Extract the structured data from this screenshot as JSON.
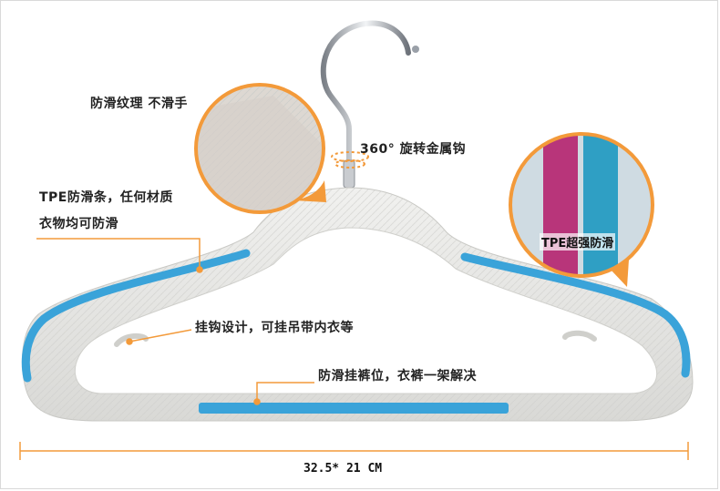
{
  "labels": {
    "grip_texture": "防滑纹理 不滑手",
    "rotating_hook": "360° 旋转金属钩",
    "tpe_strip_line1": "TPE防滑条，任何材质",
    "tpe_strip_line2": "衣物均可防滑",
    "tpe_inset": "TPE超强防滑",
    "notch_hooks": "挂钩设计，可挂吊带内衣等",
    "trouser_bar": "防滑挂裤位，衣裤一架解决",
    "dimensions": "32.5* 21 CM"
  },
  "colors": {
    "accent_orange": "#f39a3a",
    "blue_strip": "#3aa3d9",
    "hanger_body": "#e8e8e6",
    "pink_bar": "#b8357a"
  },
  "icons": [
    "texture-closeup-icon",
    "rotating-hook-icon",
    "tpe-color-closeup-icon"
  ]
}
